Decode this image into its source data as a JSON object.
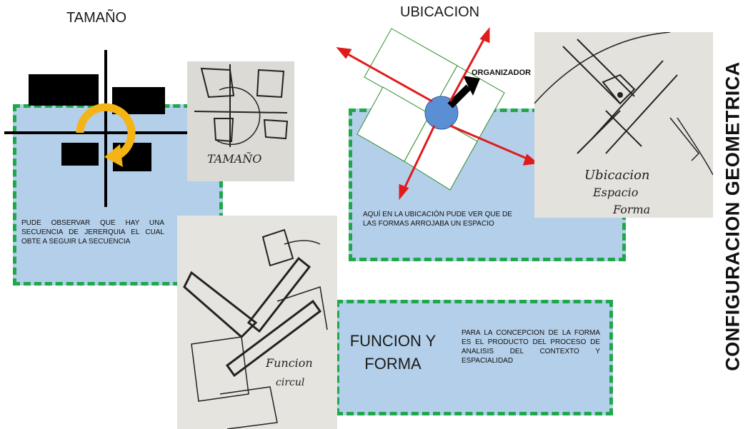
{
  "headings": {
    "tamano": "TAMAÑO",
    "ubicacion": "UBICACION",
    "organizador": "ORGANIZADOR",
    "vertical_title": "CONFIGURACION GEOMETRICA",
    "funcion_line1": "FUNCION Y",
    "funcion_line2": "FORMA"
  },
  "texts": {
    "tamano_note": "PUDE OBSERVAR QUE HAY UNA SECUENCIA DE JERERQUIA EL CUAL OBTE A SEGUIR LA SECUENCIA",
    "ubicacion_note": "AQUÍ EN LA UBICACIÓN PUDE VER QUE DE LAS FORMAS ARROJABA UN ESPACIO",
    "funcion_note": "PARA LA CONCEPCION DE LA FORMA ES EL PRODUCTO DEL PROCESO DE ANALISIS DEL CONTEXTO Y ESPACIALIDAD"
  },
  "sketch_labels": {
    "tamano": "TAMAÑO",
    "ubicacion_1": "Ubicacion",
    "ubicacion_2": "Espacio",
    "ubicacion_3": "Forma",
    "funcion_1": "Funcion",
    "funcion_2": "circul"
  },
  "colors": {
    "panel_fill": "#b4cfe9",
    "dashed_border": "#1fa84a",
    "arrow_red": "#e01b1b",
    "circle_blue": "#5b8fd4",
    "yellow_arrow": "#f5b415"
  }
}
